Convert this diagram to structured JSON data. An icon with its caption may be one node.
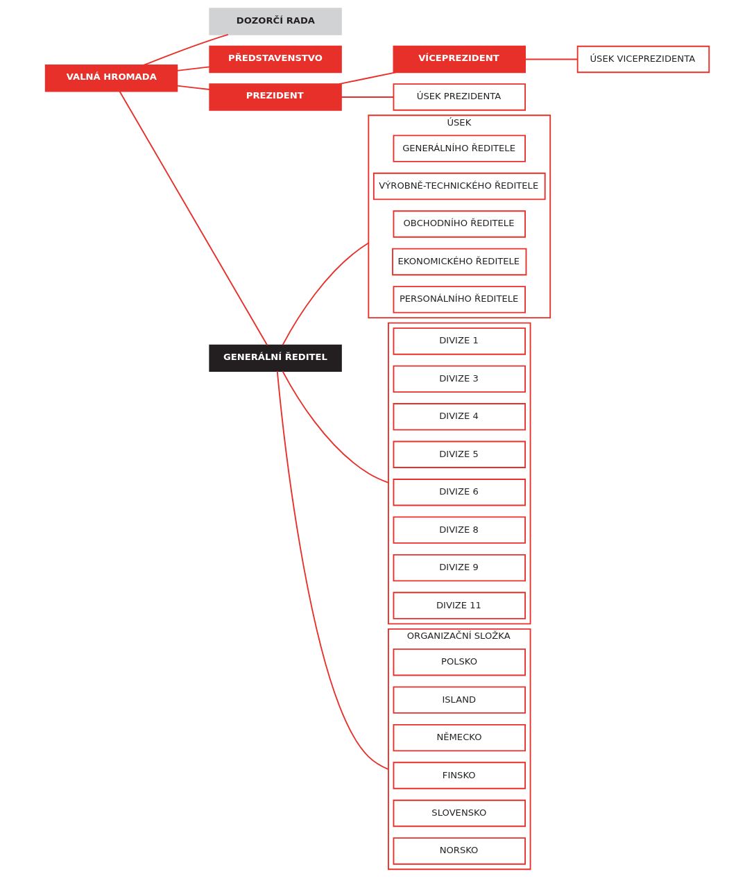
{
  "diagram": {
    "nodes": [
      {
        "text": [
          "VALNÁ HROMADA"
        ]
      },
      {
        "text": [
          "DOZORČÍ RADA"
        ]
      },
      {
        "text": [
          "PŘEDSTAVENSTVO"
        ]
      },
      {
        "text": [
          "PREZIDENT"
        ]
      },
      {
        "text": [
          "VÍCEPREZIDENT"
        ]
      },
      {
        "text": [
          "ÚSEK PREZIDENTA"
        ]
      },
      {
        "text": [
          "ÚSEK VICEPREZIDENTA"
        ]
      },
      {
        "text": [
          "GENERÁLNÍ ŘEDITEL"
        ]
      },
      {
        "text": [
          "ÚSEK"
        ]
      },
      {
        "text": [
          "GENERÁLNÍHO ŘEDITELE"
        ],
        "in": 8
      },
      {
        "text": [
          "VÝROBNĚ-TECHNICKÉHO ŘEDITELE"
        ],
        "in": 8
      },
      {
        "text": [
          "OBCHODNÍHO ŘEDITELE"
        ],
        "in": 8
      },
      {
        "text": [
          "EKONOMICKÉHO ŘEDITELE"
        ],
        "in": 8
      },
      {
        "text": [
          "PERSONÁLNÍHO ŘEDITELE"
        ],
        "in": 8
      },
      {
        "text": [],
        "shape": "box"
      },
      {
        "text": [
          "DIVIZE 1"
        ],
        "in": 14
      },
      {
        "text": [
          "DIVIZE 3"
        ],
        "in": 14
      },
      {
        "text": [
          "DIVIZE 4"
        ],
        "in": 14
      },
      {
        "text": [
          "DIVIZE 5"
        ],
        "in": 14
      },
      {
        "text": [
          "DIVIZE 6"
        ],
        "in": 14
      },
      {
        "text": [
          "DIVIZE 8"
        ],
        "in": 14
      },
      {
        "text": [
          "DIVIZE 9"
        ],
        "in": 14
      },
      {
        "text": [
          "DIVIZE 11"
        ],
        "in": 14
      },
      {
        "text": [
          "ORGANIZAČNÍ SLOŽKA"
        ]
      },
      {
        "text": [
          "POLSKO"
        ],
        "in": 23
      },
      {
        "text": [
          "ISLAND"
        ],
        "in": 23
      },
      {
        "text": [
          "NĚMECKO"
        ],
        "in": 23
      },
      {
        "text": [
          "FINSKO"
        ],
        "in": 23
      },
      {
        "text": [
          "SLOVENSKO"
        ],
        "in": 23
      },
      {
        "text": [
          "NORSKO"
        ],
        "in": 23
      }
    ],
    "edges": [
      {
        "from": 0,
        "to": 1,
        "arrow": "none"
      },
      {
        "from": 0,
        "to": 2,
        "arrow": "none"
      },
      {
        "from": 0,
        "to": 3,
        "arrow": "none"
      },
      {
        "from": 0,
        "to": 7,
        "arrow": "none"
      },
      {
        "from": 3,
        "to": 4,
        "arrow": "none"
      },
      {
        "from": 3,
        "to": 5,
        "arrow": "none"
      },
      {
        "from": 4,
        "to": 6,
        "arrow": "none"
      },
      {
        "from": 7,
        "to": 8,
        "arrow": "none"
      },
      {
        "from": 7,
        "to": 14,
        "arrow": "none"
      },
      {
        "from": 7,
        "to": 23,
        "arrow": "none"
      }
    ]
  }
}
